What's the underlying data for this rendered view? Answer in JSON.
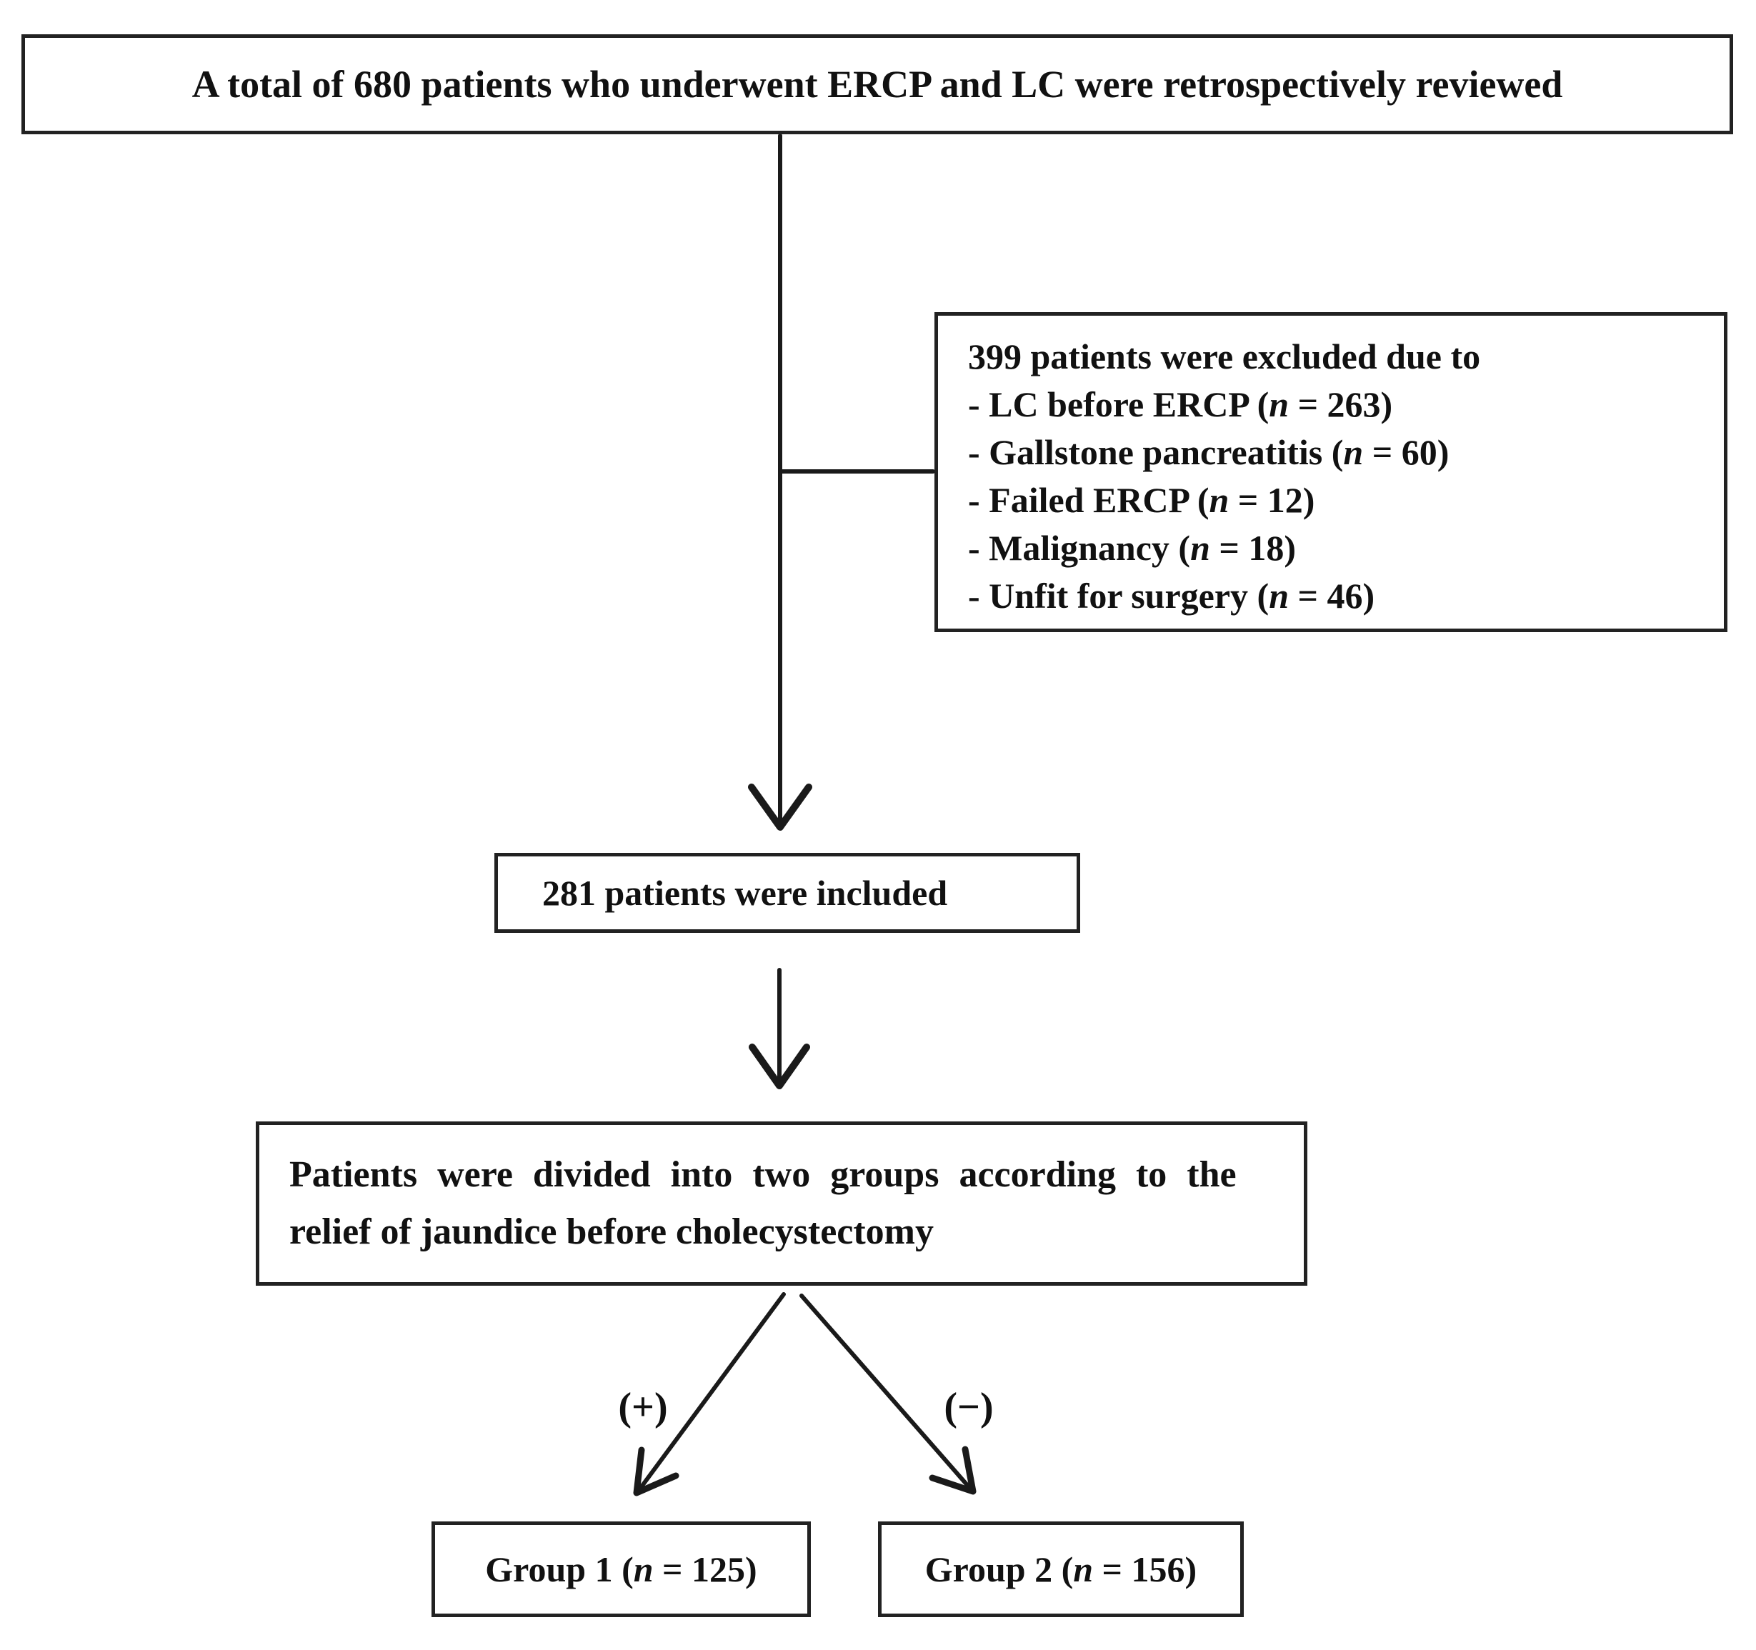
{
  "figure": {
    "boxes": {
      "total": {
        "text": "A total of 680 patients who underwent ERCP and LC were retrospectively reviewed"
      },
      "excluded": {
        "title": "399 patients were excluded due to",
        "items": [
          "- LC before ERCP (*n* = 263)",
          "- Gallstone pancreatitis (*n* = 60)",
          "- Failed ERCP (*n* = 12)",
          "- Malignancy (*n* = 18)",
          "- Unfit for surgery (*n* = 46)"
        ]
      },
      "included": {
        "text": "281 patients were included"
      },
      "divided": {
        "line1": "Patients were divided into two groups according to the",
        "line2": "relief of jaundice before cholecystectomy"
      },
      "group1": {
        "text": "Group 1 (*n* = 125)"
      },
      "group2": {
        "text": "Group 2 (*n* = 156)"
      }
    },
    "labels": {
      "positive": "(+)",
      "negative": "(−)"
    },
    "colors": {
      "line": "#1a1a1a",
      "border": "#222222",
      "text": "#111111",
      "background": "#ffffff"
    }
  }
}
